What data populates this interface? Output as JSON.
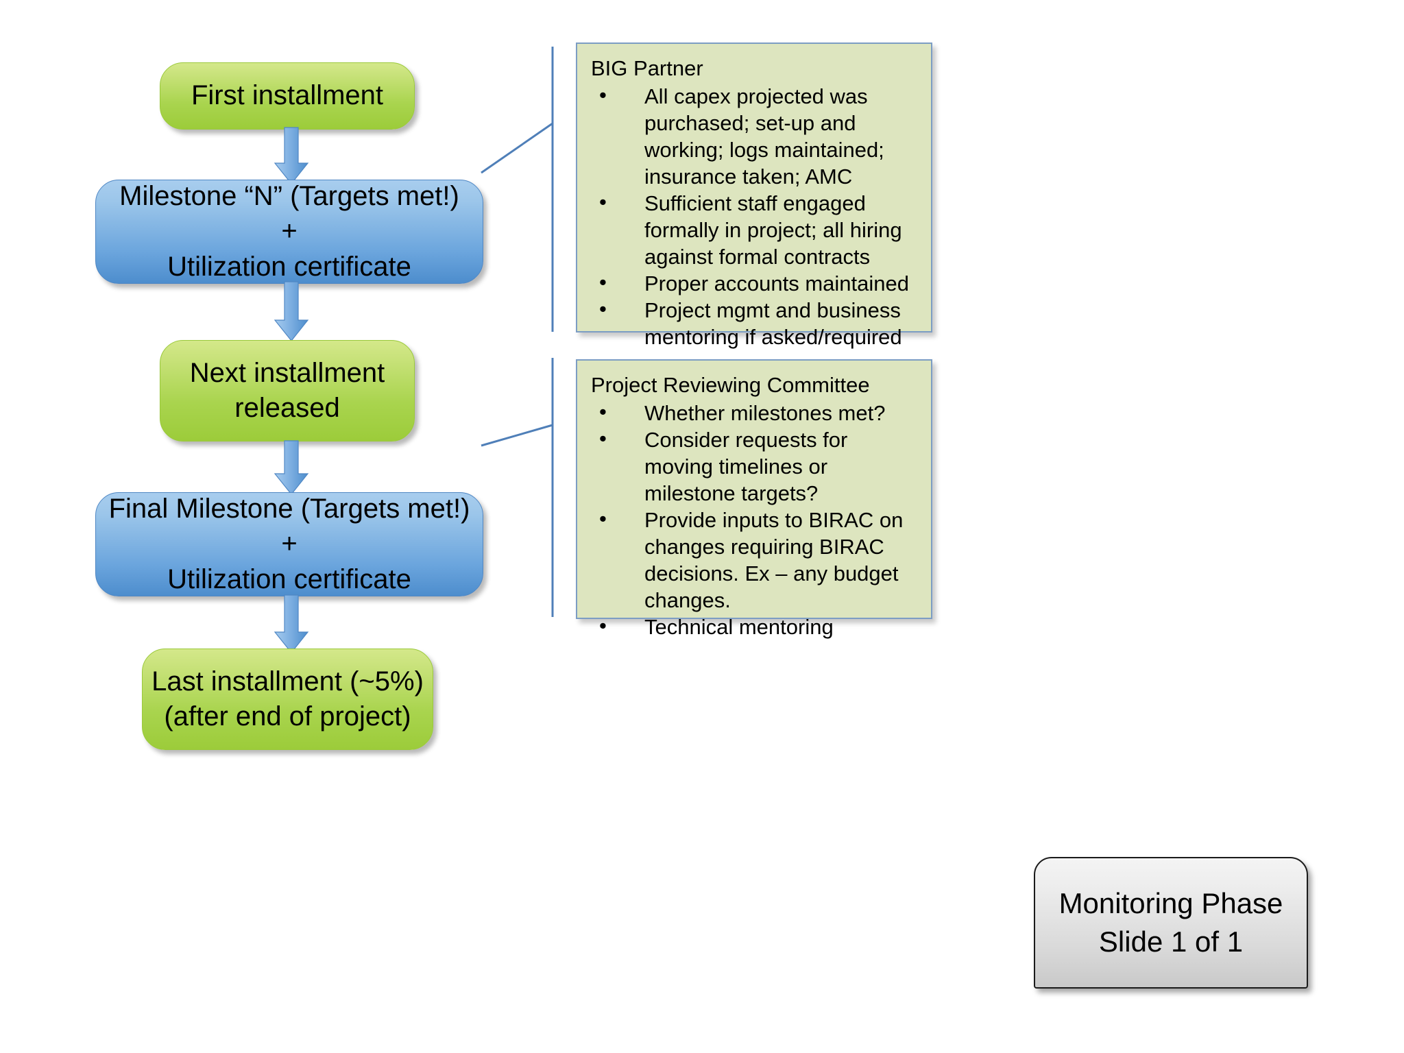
{
  "flow": {
    "nodes": [
      {
        "id": "first-installment",
        "style": "green",
        "lines": [
          "First installment"
        ]
      },
      {
        "id": "milestone-n",
        "style": "blue",
        "lines": [
          "Milestone “N”  (Targets met!)",
          "+",
          "Utilization certificate"
        ]
      },
      {
        "id": "next-installment",
        "style": "green",
        "lines": [
          "Next installment",
          "released"
        ]
      },
      {
        "id": "final-milestone",
        "style": "blue",
        "lines": [
          "Final Milestone (Targets met!)",
          "+",
          "Utilization certificate"
        ]
      },
      {
        "id": "last-installment",
        "style": "green",
        "lines": [
          "Last installment (~5%)",
          "(after end of project)"
        ]
      }
    ]
  },
  "callouts": [
    {
      "id": "big-partner",
      "title": "BIG Partner",
      "items": [
        "All capex projected was purchased; set-up and working; logs maintained; insurance taken; AMC",
        "Sufficient staff engaged formally in project; all hiring against formal contracts",
        "Proper accounts maintained",
        "Project mgmt and business mentoring if asked/required"
      ]
    },
    {
      "id": "project-reviewing-committee",
      "title": "Project Reviewing Committee",
      "items": [
        "Whether milestones met?",
        "Consider requests for moving timelines or milestone targets?",
        "Provide inputs to BIRAC on changes requiring BIRAC decisions. Ex – any budget changes.",
        "Technical mentoring"
      ]
    }
  ],
  "footer": {
    "line1": "Monitoring Phase",
    "line2": "Slide 1 of 1"
  },
  "bullet_glyph": "•",
  "colors": {
    "green_fill_top": "#d4e88a",
    "green_fill_bottom": "#9ccc3a",
    "blue_fill_top": "#a8cdee",
    "blue_fill_bottom": "#4d8dcd",
    "callout_fill": "#dde5bf",
    "callout_border": "#7c9dc4",
    "arrow_stroke": "#4f87c4",
    "plaque_border": "#1a1a1a"
  }
}
